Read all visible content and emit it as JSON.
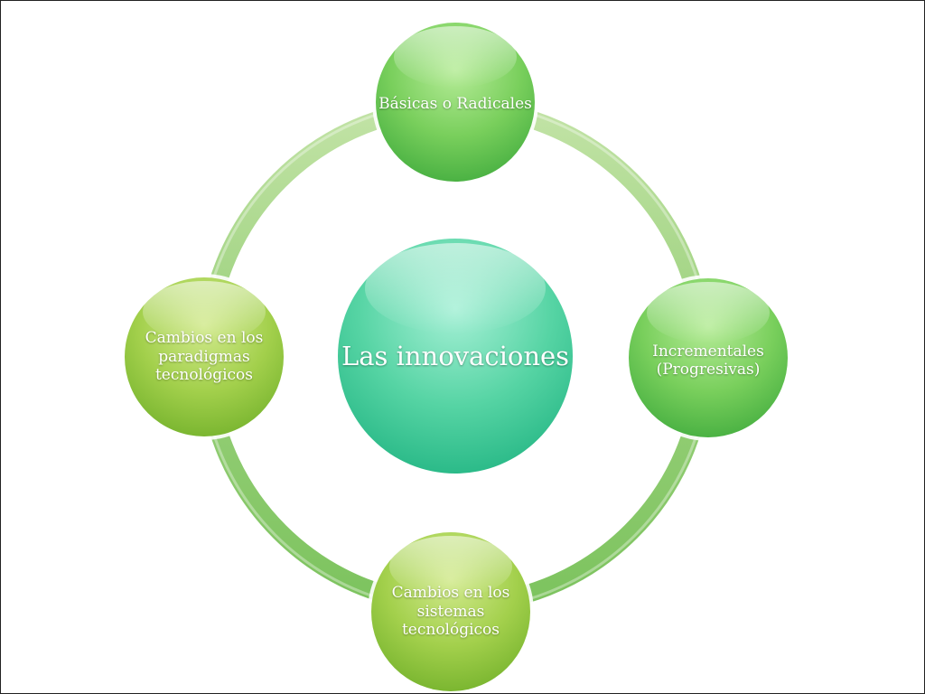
{
  "diagram": {
    "center": {
      "label": "Las innovaciones"
    },
    "nodes": [
      {
        "label": "Básicas o Radicales"
      },
      {
        "label": "Incrementales\n(Progresivas)"
      },
      {
        "label": "Cambios en los\nsistemas\ntecnológicos"
      },
      {
        "label": "Cambios en los\nparadigmas\ntecnológicos"
      }
    ]
  },
  "colors": {
    "ring": "#8cc96a",
    "ring_light": "#bde0a0",
    "center_top": "#8ee8c8",
    "center_bottom": "#2bbf8a",
    "node_top_green": "#a9e58c",
    "node_bottom_green": "#4dba4a",
    "node_top_olive": "#c4e07a",
    "node_bottom_olive": "#7fbf32",
    "label_text": "#ffffff"
  }
}
